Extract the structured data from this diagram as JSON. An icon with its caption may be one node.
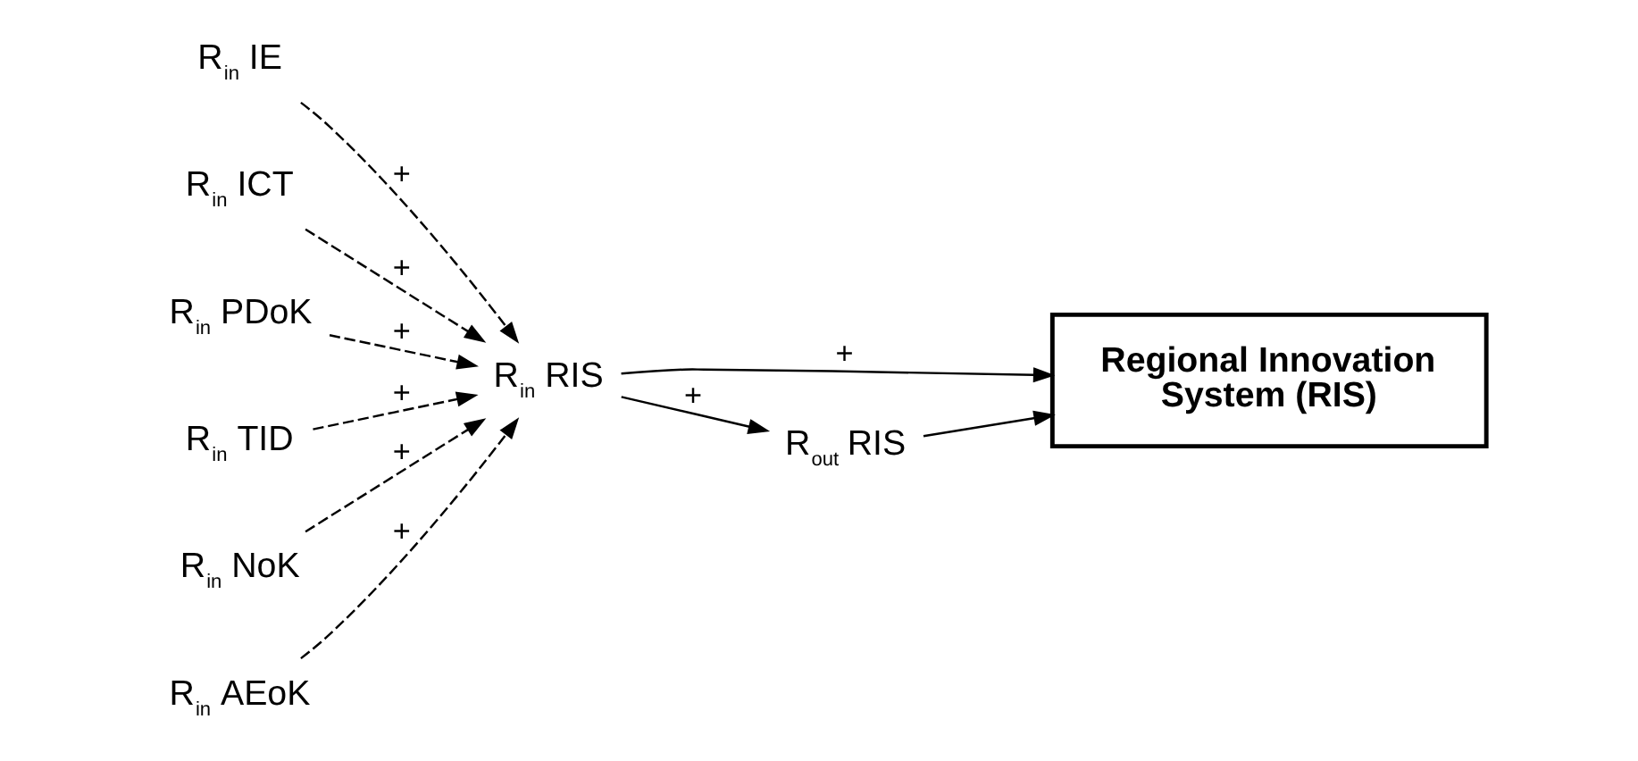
{
  "diagram": {
    "nodes": [
      {
        "text": [
          "R$_{in}$ IE"
        ]
      },
      {
        "text": [
          "R$_{in}$ ICT"
        ]
      },
      {
        "text": [
          "R$_{in}$ RIS"
        ]
      },
      {
        "text": [
          "Regional Innovation System (RIS)"
        ]
      },
      {
        "text": [
          "R$_{out}$ RIS"
        ]
      },
      {
        "text": [
          "R$_{in}$ PDoK"
        ]
      },
      {
        "text": [
          "R$_{in}$ TID"
        ]
      },
      {
        "text": [
          "R$_{in}$ NoK"
        ]
      },
      {
        "text": [
          "R$_{in}$ AEoK"
        ]
      }
    ],
    "edges": [
      {
        "from": 0,
        "to": 2,
        "arrow": "to",
        "label": "+",
        "style": "dashed"
      },
      {
        "from": 1,
        "to": 2,
        "arrow": "to",
        "label": "+",
        "style": "dashed"
      },
      {
        "from": 5,
        "to": 2,
        "arrow": "to",
        "label": "+",
        "style": "dashed"
      },
      {
        "from": 6,
        "to": 2,
        "arrow": "to",
        "label": "+",
        "style": "dashed"
      },
      {
        "from": 8,
        "to": 2,
        "arrow": "to",
        "label": "+",
        "style": "dashed"
      },
      {
        "from": 7,
        "to": 2,
        "arrow": "to",
        "label": "+",
        "style": "dashed"
      },
      {
        "from": 2,
        "to": 4,
        "arrow": "to",
        "label": "+"
      },
      {
        "from": 2,
        "to": 3,
        "arrow": "to",
        "label": "+"
      },
      {
        "from": 4,
        "to": 3,
        "arrow": "to"
      }
    ]
  }
}
